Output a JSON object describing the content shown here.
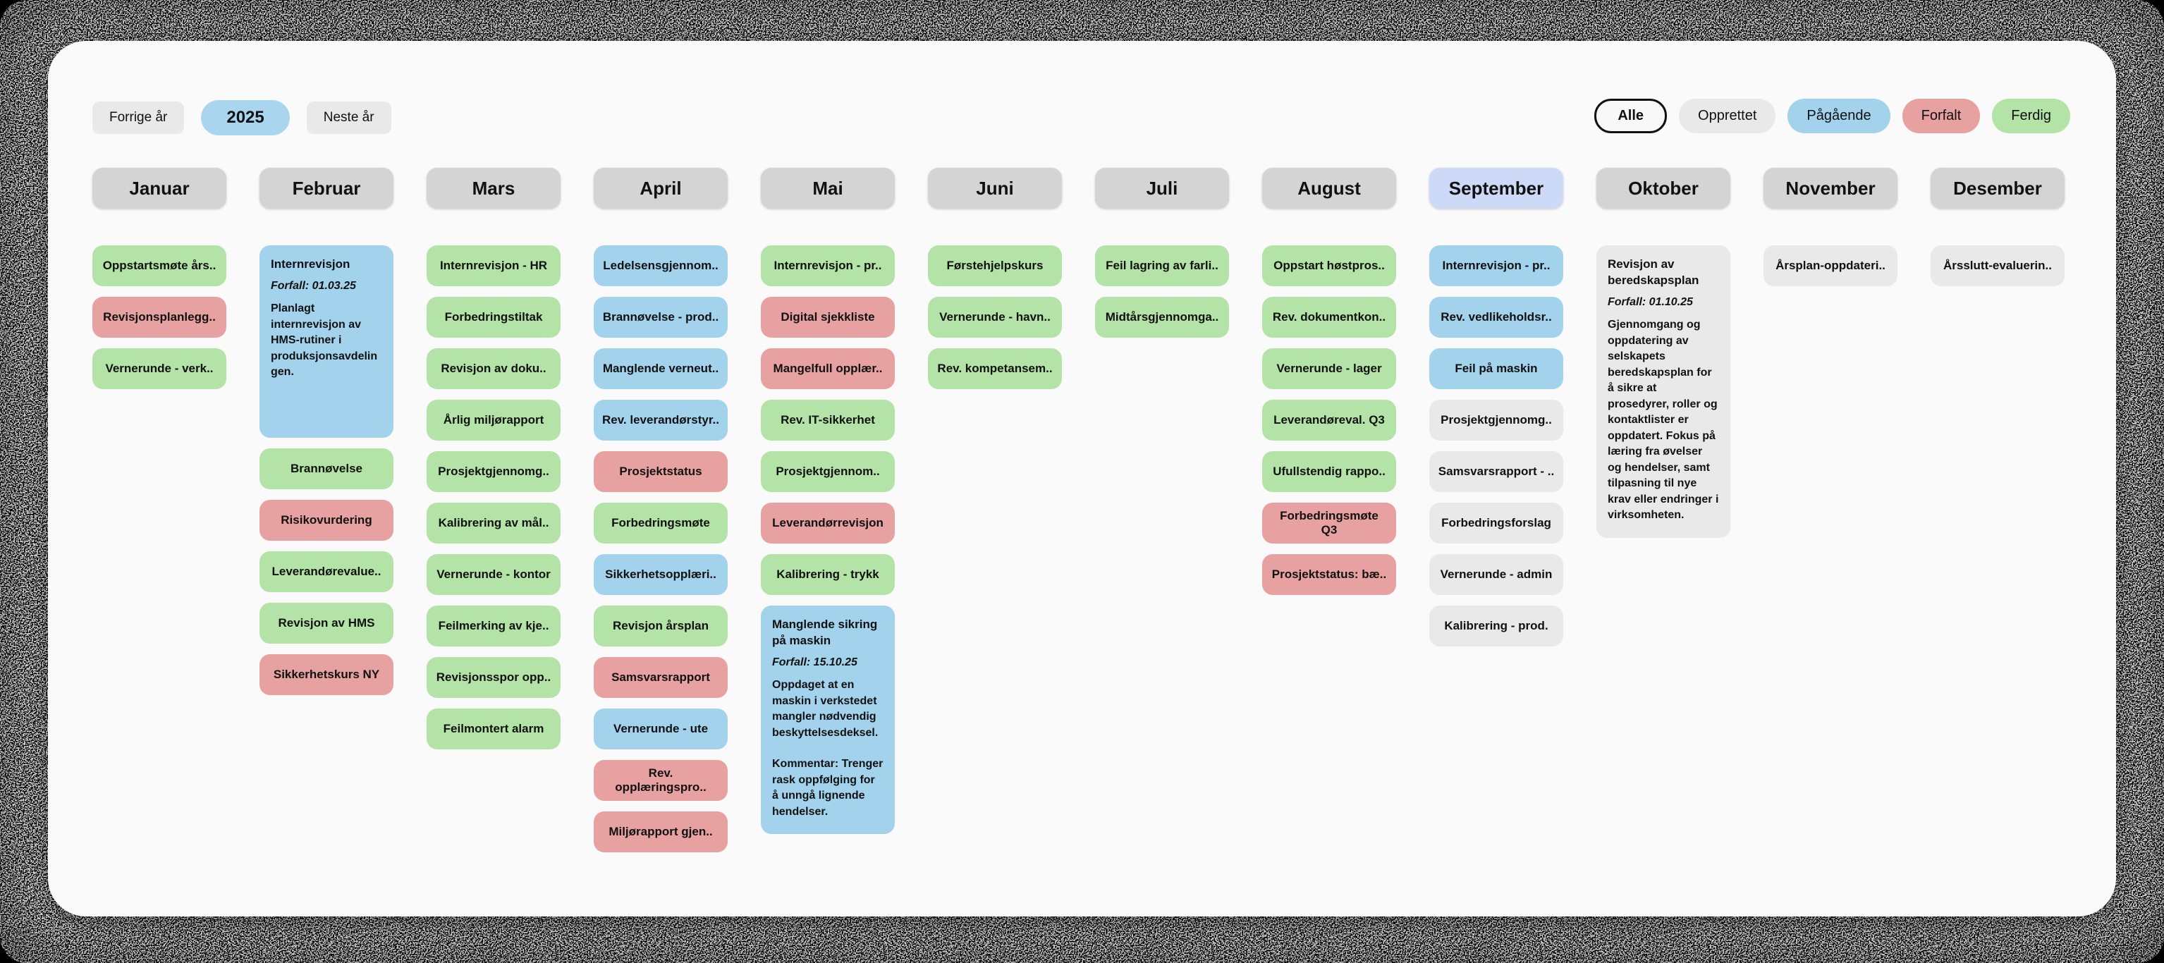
{
  "year_nav": {
    "prev_label": "Forrige år",
    "year_label": "2025",
    "next_label": "Neste år"
  },
  "filters": [
    {
      "label": "Alle",
      "status": "alle"
    },
    {
      "label": "Opprettet",
      "status": "opprettet"
    },
    {
      "label": "Pågående",
      "status": "pågående"
    },
    {
      "label": "Forfalt",
      "status": "forfalt"
    },
    {
      "label": "Ferdig",
      "status": "ferdig"
    }
  ],
  "status_colors": {
    "ferdig": "#b4e3a7",
    "forfalt": "#e7a1a1",
    "pågående": "#a3d3ec",
    "opprettet": "#e9e9e9"
  },
  "ui_colors": {
    "panel": "#fafafa",
    "month_header": "#d4d4d4",
    "current_month_header": "#ccd9f7",
    "year_active": "#a9d5ef",
    "neutral_button": "#e9e9e9",
    "text": "#111111"
  },
  "months": [
    {
      "name": "Januar",
      "current": false,
      "items": [
        {
          "label": "Oppstartsmøte års..",
          "status": "ferdig"
        },
        {
          "label": "Revisjonsplanlegg..",
          "status": "forfalt"
        },
        {
          "label": "Vernerunde - verk..",
          "status": "ferdig"
        }
      ]
    },
    {
      "name": "Februar",
      "current": false,
      "items": [
        {
          "type": "expanded",
          "status": "pågående",
          "title": "Internrevisjon",
          "due": "Forfall: 01.03.25",
          "body": [
            "Planlagt internrevisjon av HMS-rutiner i produksjonsavdelingen."
          ]
        },
        {
          "label": "Brannøvelse",
          "status": "ferdig"
        },
        {
          "label": "Risikovurdering",
          "status": "forfalt"
        },
        {
          "label": "Leverandørevalue..",
          "status": "ferdig"
        },
        {
          "label": "Revisjon av HMS",
          "status": "ferdig"
        },
        {
          "label": "Sikkerhetskurs NY",
          "status": "forfalt"
        }
      ]
    },
    {
      "name": "Mars",
      "current": false,
      "items": [
        {
          "label": "Internrevisjon - HR",
          "status": "ferdig"
        },
        {
          "label": "Forbedringstiltak",
          "status": "ferdig"
        },
        {
          "label": "Revisjon av doku..",
          "status": "ferdig"
        },
        {
          "label": "Årlig miljørapport",
          "status": "ferdig"
        },
        {
          "label": "Prosjektgjennomg..",
          "status": "ferdig"
        },
        {
          "label": "Kalibrering av mål..",
          "status": "ferdig"
        },
        {
          "label": "Vernerunde - kontor",
          "status": "ferdig"
        },
        {
          "label": "Feilmerking av kje..",
          "status": "ferdig"
        },
        {
          "label": "Revisjonsspor opp..",
          "status": "ferdig"
        },
        {
          "label": "Feilmontert alarm",
          "status": "ferdig"
        }
      ]
    },
    {
      "name": "April",
      "current": false,
      "items": [
        {
          "label": "Ledelsensgjennom..",
          "status": "pågående"
        },
        {
          "label": "Brannøvelse - prod..",
          "status": "pågående"
        },
        {
          "label": "Manglende verneut..",
          "status": "pågående"
        },
        {
          "label": "Rev. leverandørstyr..",
          "status": "pågående"
        },
        {
          "label": "Prosjektstatus",
          "status": "forfalt"
        },
        {
          "label": "Forbedringsmøte",
          "status": "ferdig"
        },
        {
          "label": "Sikkerhetsopplæri..",
          "status": "pågående"
        },
        {
          "label": "Revisjon årsplan",
          "status": "ferdig"
        },
        {
          "label": "Samsvarsrapport",
          "status": "forfalt"
        },
        {
          "label": "Vernerunde - ute",
          "status": "pågående"
        },
        {
          "label": "Rev. opplæringspro..",
          "status": "forfalt"
        },
        {
          "label": "Miljørapport gjen..",
          "status": "forfalt"
        }
      ]
    },
    {
      "name": "Mai",
      "current": false,
      "items": [
        {
          "label": "Internrevisjon - pr..",
          "status": "ferdig"
        },
        {
          "label": "Digital sjekkliste",
          "status": "forfalt"
        },
        {
          "label": "Mangelfull opplær..",
          "status": "forfalt"
        },
        {
          "label": "Rev. IT-sikkerhet",
          "status": "ferdig"
        },
        {
          "label": "Prosjektgjennom..",
          "status": "ferdig"
        },
        {
          "label": "Leverandørrevisjon",
          "status": "forfalt"
        },
        {
          "label": "Kalibrering - trykk",
          "status": "ferdig"
        },
        {
          "type": "expanded",
          "status": "pågående",
          "title": "Manglende sikring på maskin",
          "due": "Forfall: 15.10.25",
          "body": [
            "Oppdaget at en maskin i verkstedet mangler nødvendig beskyttelsesdeksel.",
            "Kommentar: Trenger rask oppfølging for å unngå lignende hendelser."
          ]
        }
      ]
    },
    {
      "name": "Juni",
      "current": false,
      "items": [
        {
          "label": "Førstehjelpskurs",
          "status": "ferdig"
        },
        {
          "label": "Vernerunde - havn..",
          "status": "ferdig"
        },
        {
          "label": "Rev. kompetansem..",
          "status": "ferdig"
        }
      ]
    },
    {
      "name": "Juli",
      "current": false,
      "items": [
        {
          "label": "Feil lagring av farli..",
          "status": "ferdig"
        },
        {
          "label": "Midtårsgjennomga..",
          "status": "ferdig"
        }
      ]
    },
    {
      "name": "August",
      "current": false,
      "items": [
        {
          "label": "Oppstart høstpros..",
          "status": "ferdig"
        },
        {
          "label": "Rev. dokumentkon..",
          "status": "ferdig"
        },
        {
          "label": "Vernerunde - lager",
          "status": "ferdig"
        },
        {
          "label": "Leverandøreval. Q3",
          "status": "ferdig"
        },
        {
          "label": "Ufullstendig rappo..",
          "status": "ferdig"
        },
        {
          "label": "Forbedringsmøte Q3",
          "status": "forfalt"
        },
        {
          "label": "Prosjektstatus: bæ..",
          "status": "forfalt"
        }
      ]
    },
    {
      "name": "September",
      "current": true,
      "items": [
        {
          "label": "Internrevisjon - pr..",
          "status": "pågående"
        },
        {
          "label": "Rev. vedlikeholdsr..",
          "status": "pågående"
        },
        {
          "label": "Feil på maskin",
          "status": "pågående"
        },
        {
          "label": "Prosjektgjennomg..",
          "status": "opprettet"
        },
        {
          "label": "Samsvarsrapport - ..",
          "status": "opprettet"
        },
        {
          "label": "Forbedringsforslag",
          "status": "opprettet"
        },
        {
          "label": "Vernerunde - admin",
          "status": "opprettet"
        },
        {
          "label": "Kalibrering - prod.",
          "status": "opprettet"
        }
      ]
    },
    {
      "name": "Oktober",
      "current": false,
      "items": [
        {
          "type": "expanded",
          "status": "opprettet",
          "title": "Revisjon av beredskapsplan",
          "due": "Forfall: 01.10.25",
          "body": [
            "Gjennomgang og oppdatering av selskapets beredskapsplan for å sikre at prosedyrer, roller og kontaktlister er oppdatert. Fokus på læring fra øvelser og hendelser, samt tilpasning til nye krav eller endringer i virksomheten."
          ]
        }
      ]
    },
    {
      "name": "November",
      "current": false,
      "items": [
        {
          "label": "Årsplan-oppdateri..",
          "status": "opprettet"
        }
      ]
    },
    {
      "name": "Desember",
      "current": false,
      "items": [
        {
          "label": "Årsslutt-evaluerin..",
          "status": "opprettet"
        }
      ]
    }
  ]
}
